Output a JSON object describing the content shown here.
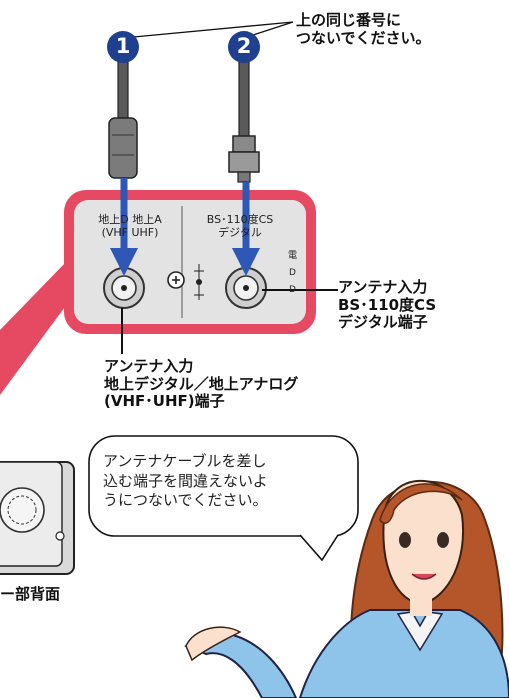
{
  "top_note": {
    "line1": "上の同じ番号に",
    "line2": "つないでください。"
  },
  "badges": {
    "one": "1",
    "two": "2"
  },
  "panel": {
    "left_label_line1": "地上D 地上A",
    "left_label_line2": "(VHF UHF)",
    "right_label_line1": "BS･110度CS",
    "right_label_line2": "デジタル",
    "side_text": [
      "電",
      "D",
      "D"
    ]
  },
  "callout_right": {
    "line1": "アンテナ入力",
    "line2": "BS･110度CS",
    "line3": "デジタル端子"
  },
  "callout_bottom": {
    "line1": "アンテナ入力",
    "line2": "地上デジタル／地上アナログ",
    "line3": "(VHF･UHF)端子"
  },
  "speech": {
    "line1": "アンテナケーブルを差し",
    "line2": "込む端子を間違えないよ",
    "line3": "うにつないでください。"
  },
  "device_caption": "ー部背面",
  "colors": {
    "panel": "#e64a63",
    "badge": "#1f3f8f",
    "arrow": "#2f57b5",
    "shirt": "#8ec4ea",
    "hair": "#b5552a"
  }
}
